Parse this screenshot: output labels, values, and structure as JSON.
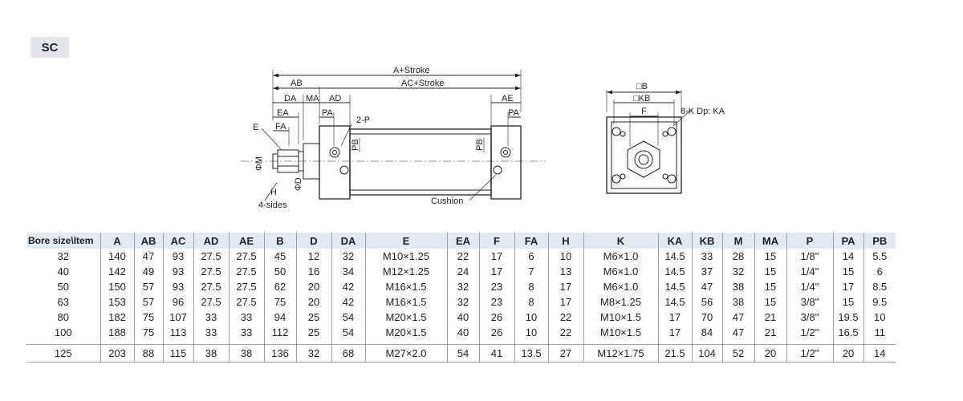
{
  "section_label": "SC",
  "drawing_labels": {
    "a_stroke": "A+Stroke",
    "ac_stroke": "AC+Stroke",
    "ab": "AB",
    "da": "DA",
    "ma": "MA",
    "ad": "AD",
    "ae": "AE",
    "ea": "EA",
    "fa": "FA",
    "e": "E",
    "pa_left": "PA",
    "pa_right": "PA",
    "two_p": "2-P",
    "pb_left": "PB",
    "pb_right": "PB",
    "phi_m": "ΦM",
    "phi_d": "ΦD",
    "h": "H",
    "four_sides": "4-sides",
    "cushion": "Cushion",
    "sq_b": "□B",
    "sq_kb": "□KB",
    "f": "F",
    "k_dp": "8-K Dp: KA"
  },
  "table": {
    "headers": [
      "Bore size\\Item",
      "A",
      "AB",
      "AC",
      "AD",
      "AE",
      "B",
      "D",
      "DA",
      "E",
      "EA",
      "F",
      "FA",
      "H",
      "K",
      "KA",
      "KB",
      "M",
      "MA",
      "P",
      "PA",
      "PB"
    ],
    "rows": [
      [
        "32",
        "140",
        "47",
        "93",
        "27.5",
        "27.5",
        "45",
        "12",
        "32",
        "M10×1.25",
        "22",
        "17",
        "6",
        "10",
        "M6×1.0",
        "14.5",
        "33",
        "28",
        "15",
        "1/8\"",
        "14",
        "5.5"
      ],
      [
        "40",
        "142",
        "49",
        "93",
        "27.5",
        "27.5",
        "50",
        "16",
        "34",
        "M12×1.25",
        "24",
        "17",
        "7",
        "13",
        "M6×1.0",
        "14.5",
        "37",
        "32",
        "15",
        "1/4\"",
        "15",
        "6"
      ],
      [
        "50",
        "150",
        "57",
        "93",
        "27.5",
        "27.5",
        "62",
        "20",
        "42",
        "M16×1.5",
        "32",
        "23",
        "8",
        "17",
        "M6×1.0",
        "14.5",
        "47",
        "38",
        "15",
        "1/4\"",
        "17",
        "8.5"
      ],
      [
        "63",
        "153",
        "57",
        "96",
        "27.5",
        "27.5",
        "75",
        "20",
        "42",
        "M16×1.5",
        "32",
        "23",
        "8",
        "17",
        "M8×1.25",
        "14.5",
        "56",
        "38",
        "15",
        "3/8\"",
        "15",
        "9.5"
      ],
      [
        "80",
        "182",
        "75",
        "107",
        "33",
        "33",
        "94",
        "25",
        "54",
        "M20×1.5",
        "40",
        "26",
        "10",
        "22",
        "M10×1.5",
        "17",
        "70",
        "47",
        "21",
        "3/8\"",
        "19.5",
        "10"
      ],
      [
        "100",
        "188",
        "75",
        "113",
        "33",
        "33",
        "112",
        "25",
        "54",
        "M20×1.5",
        "40",
        "26",
        "10",
        "22",
        "M10×1.5",
        "17",
        "84",
        "47",
        "21",
        "1/2\"",
        "16.5",
        "11"
      ],
      [
        "125",
        "203",
        "88",
        "115",
        "38",
        "38",
        "136",
        "32",
        "68",
        "M27×2.0",
        "54",
        "41",
        "13.5",
        "27",
        "M12×1.75",
        "21.5",
        "104",
        "52",
        "20",
        "1/2\"",
        "20",
        "14"
      ]
    ]
  }
}
